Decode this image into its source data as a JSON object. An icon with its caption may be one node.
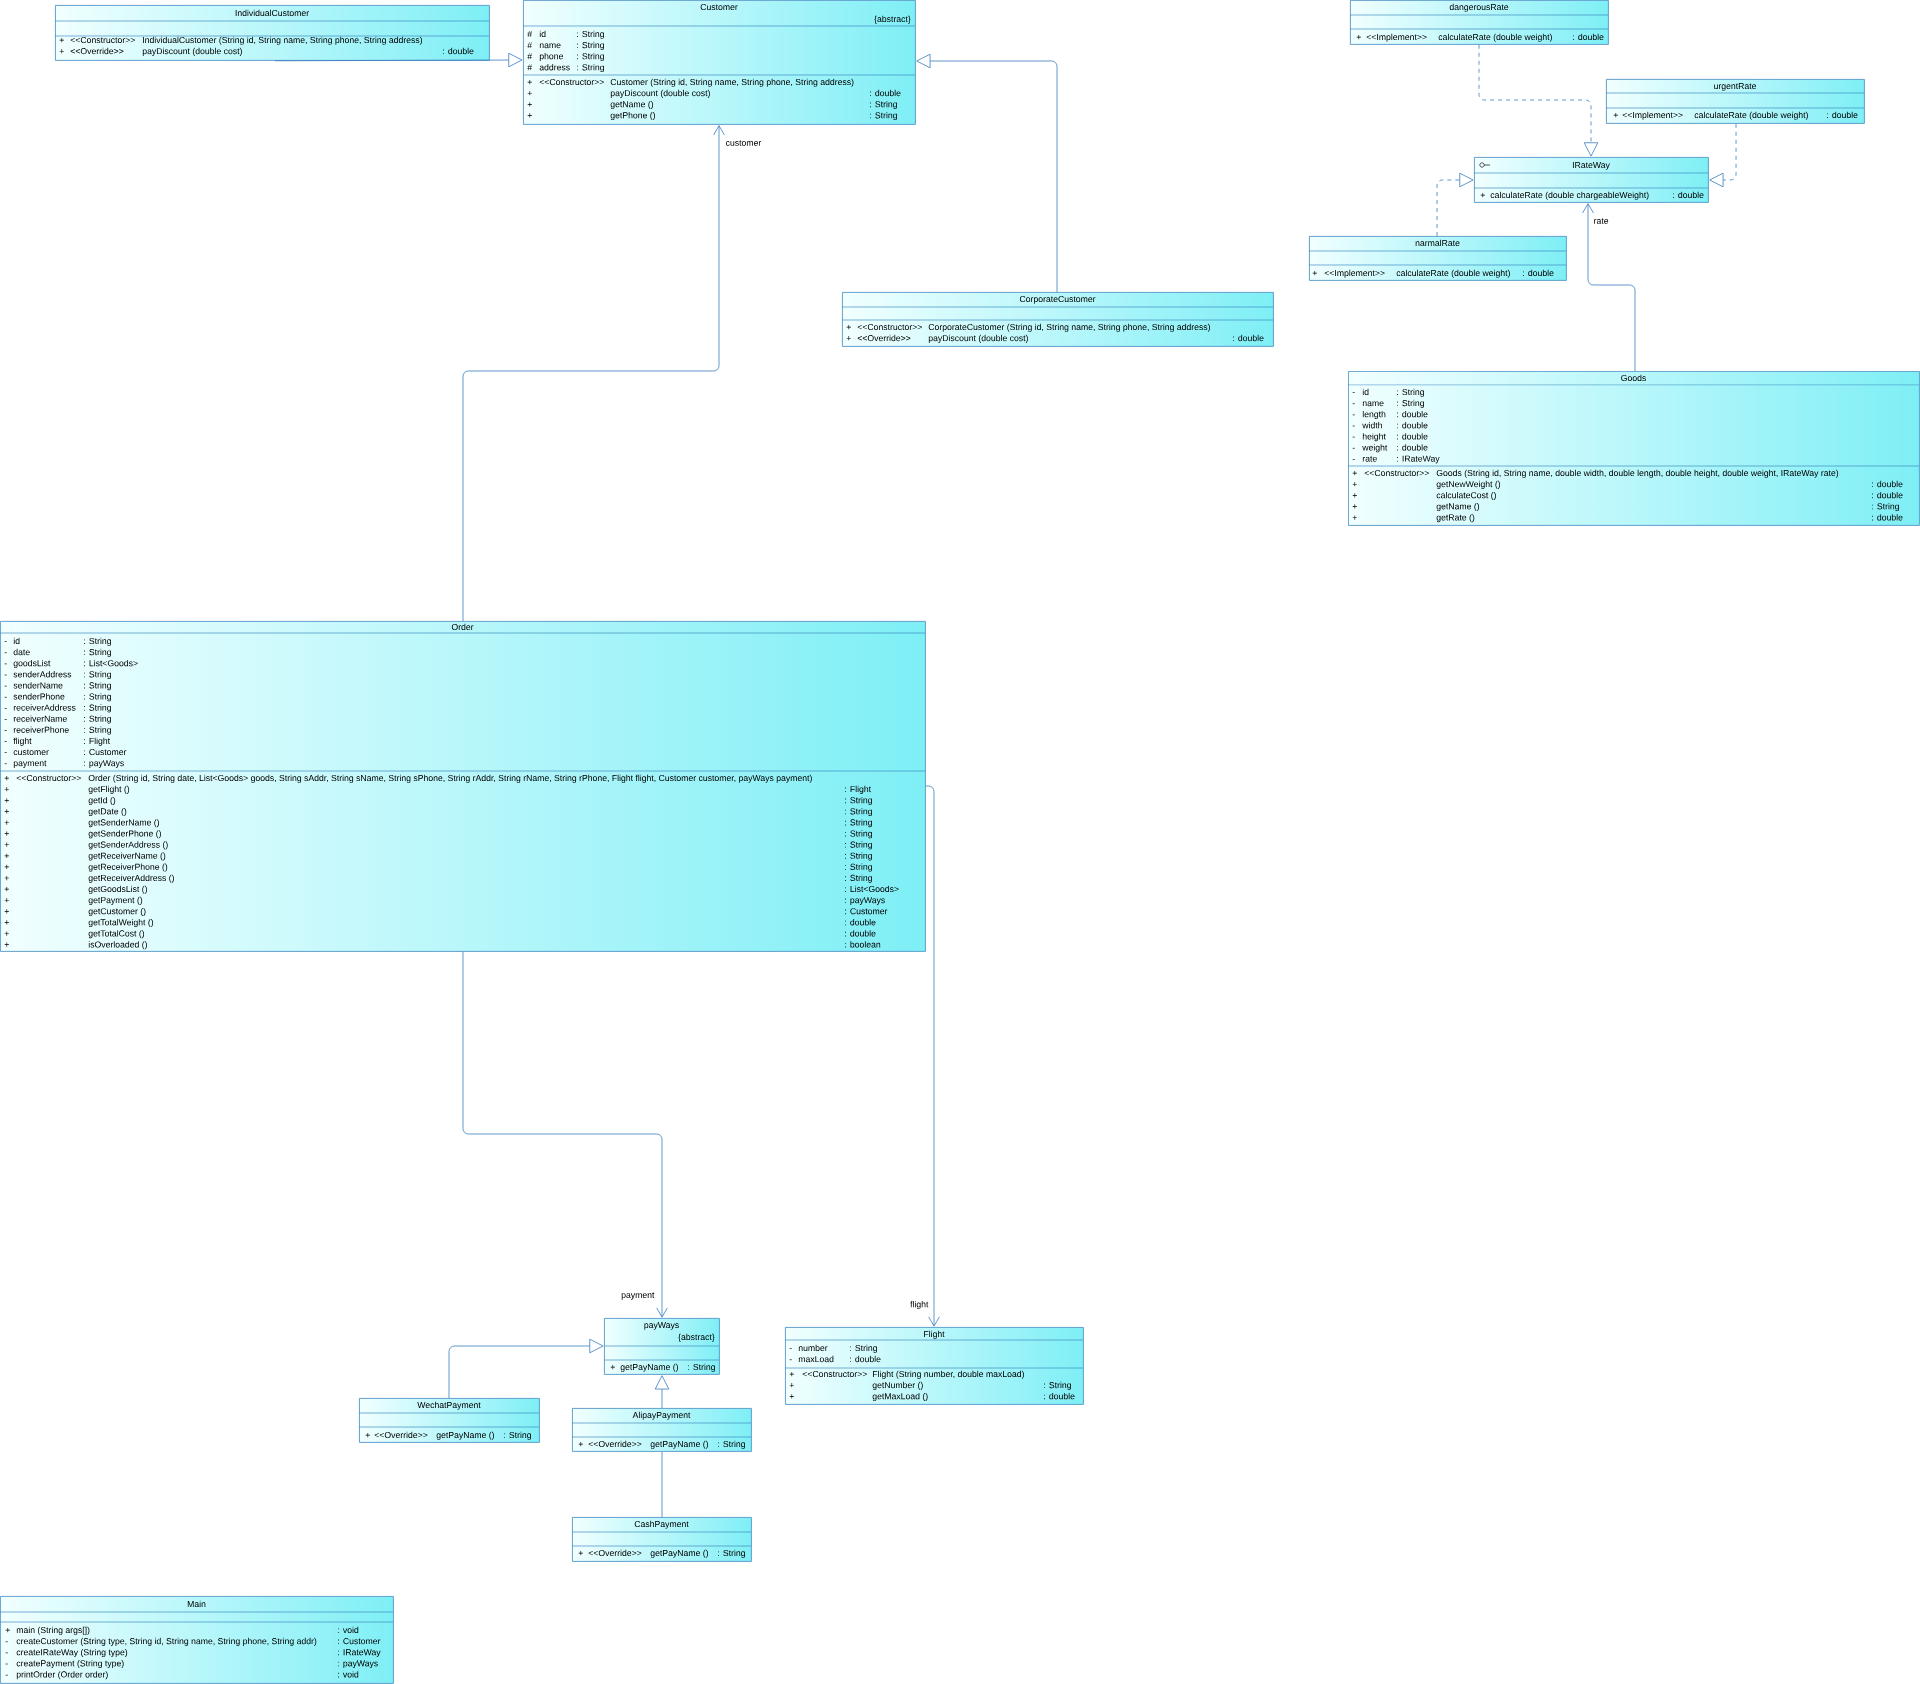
{
  "diagram": {
    "nodes": [
      {
        "text": [
          "IndividualCustomer",
          "+",
          "<<Constructor>>",
          "IndividualCustomer (String id, String name, String phone, String address)",
          "+",
          "<<Override>>",
          "payDiscount (double cost)",
          ": double"
        ]
      },
      {
        "text": [
          "Customer",
          "{abstract}",
          "#",
          "id",
          ": String",
          "#",
          "name",
          ": String",
          "#",
          "phone",
          ": String",
          "#",
          "address",
          ": String",
          "+",
          "<<Constructor>>",
          "Customer (String id, String name, String phone, String address)",
          "+",
          "payDiscount (double cost)",
          ": double",
          "+",
          "getName ()",
          ": String",
          "+",
          "getPhone ()",
          ": String"
        ]
      },
      {
        "text": [
          "dangerousRate",
          "+",
          "<<Implement>>",
          "calculateRate (double weight)",
          ": double"
        ]
      },
      {
        "text": [
          "urgentRate",
          "+",
          "<<Implement>>",
          "calculateRate (double weight)",
          ": double"
        ]
      },
      {
        "text": [
          "IRateWay",
          "+",
          "calculateRate (double chargeableWeight)",
          ": double"
        ]
      },
      {
        "text": [
          "narmalRate",
          "+",
          "<<Implement>>",
          "calculateRate (double weight)",
          ": double"
        ]
      },
      {
        "text": [
          "CorporateCustomer",
          "+",
          "<<Constructor>>",
          "CorporateCustomer (String id, String name, String phone, String address)",
          "+",
          "<<Override>>",
          "payDiscount (double cost)",
          ": double"
        ]
      },
      {
        "text": [
          "Goods",
          "-",
          "id",
          ": String",
          "-",
          "name",
          ": String",
          "-",
          "length",
          ": double",
          "-",
          "width",
          ": double",
          "-",
          "height",
          ": double",
          "-",
          "weight",
          ": double",
          "-",
          "rate",
          ": IRateWay",
          "+",
          "<<Constructor>>",
          "Goods (String id, String name, double width, double length, double height, double weight, IRateWay rate)",
          "+",
          "getNewWeight ()",
          ": double",
          "+",
          "calculateCost ()",
          ": double",
          "+",
          "getName ()",
          ": String",
          "+",
          "getRate ()",
          ": double"
        ]
      },
      {
        "text": [
          "Order",
          "-",
          "id",
          ": String",
          "-",
          "date",
          ": String",
          "-",
          "goodsList",
          ": List<Goods>",
          "-",
          "senderAddress",
          ": String",
          "-",
          "senderName",
          ": String",
          "-",
          "senderPhone",
          ": String",
          "-",
          "receiverAddress",
          ": String",
          "-",
          "receiverName",
          ": String",
          "-",
          "receiverPhone",
          ": String",
          "-",
          "flight",
          ": Flight",
          "-",
          "customer",
          ": Customer",
          "-",
          "payment",
          ": payWays",
          "+",
          "<<Constructor>>",
          "Order (String id, String date, List<Goods> goods, String sAddr, String sName, String sPhone, String rAddr, String rName, String rPhone, Flight flight, Customer customer, payWays payment)",
          "+",
          "getFlight ()",
          ": Flight",
          "+",
          "getId ()",
          ": String",
          "+",
          "getDate ()",
          ": String",
          "+",
          "getSenderName ()",
          ": String",
          "+",
          "getSenderPhone ()",
          ": String",
          "+",
          "getSenderAddress ()",
          ": String",
          "+",
          "getReceiverName ()",
          ": String",
          "+",
          "getReceiverPhone ()",
          ": String",
          "+",
          "getReceiverAddress ()",
          ": String",
          "+",
          "getGoodsList ()",
          ": List<Goods>",
          "+",
          "getPayment ()",
          ": payWays",
          "+",
          "getCustomer ()",
          ": Customer",
          "+",
          "getTotalWeight ()",
          ": double",
          "+",
          "getTotalCost ()",
          ": double",
          "+",
          "isOverloaded ()",
          ": boolean"
        ]
      },
      {
        "text": [
          "payWays",
          "{abstract}",
          "+",
          "getPayName ()",
          ": String"
        ]
      },
      {
        "text": [
          "Flight",
          "-",
          "number",
          ": String",
          "-",
          "maxLoad",
          ": double",
          "+",
          "<<Constructor>>",
          "Flight (String number, double maxLoad)",
          "+",
          "getNumber ()",
          ": String",
          "+",
          "getMaxLoad ()",
          ": double"
        ]
      },
      {
        "text": [
          "WechatPayment",
          "+",
          "<<Override>>",
          "getPayName ()",
          ": String"
        ]
      },
      {
        "text": [
          "AlipayPayment",
          "+",
          "<<Override>>",
          "getPayName ()",
          ": String"
        ]
      },
      {
        "text": [
          "CashPayment",
          "+",
          "<<Override>>",
          "getPayName ()",
          ": String"
        ]
      },
      {
        "text": [
          "Main",
          "+",
          "main (String args[])",
          ": void",
          "-",
          "createCustomer (String type, String id, String name, String phone, String addr)",
          ": Customer",
          "-",
          "createIRateWay (String type)",
          ": IRateWay",
          "-",
          "createPayment (String type)",
          ": payWays",
          "-",
          "printOrder (Order order)",
          ": void"
        ]
      }
    ],
    "edges": [
      {
        "from": 0,
        "to": 1,
        "arrow": "to"
      },
      {
        "from": 6,
        "to": 1,
        "arrow": "to"
      },
      {
        "from": 8,
        "to": 1,
        "arrow": "to",
        "label": "customer"
      },
      {
        "from": 8,
        "to": 9,
        "arrow": "to",
        "label": "payment"
      },
      {
        "from": 8,
        "to": 10,
        "arrow": "to",
        "label": "flight"
      },
      {
        "from": 11,
        "to": 9,
        "arrow": "to"
      },
      {
        "from": 12,
        "to": 9,
        "arrow": "to"
      },
      {
        "from": 13,
        "to": 12,
        "arrow": "none"
      },
      {
        "from": 2,
        "to": 4,
        "arrow": "to",
        "style": "dashed"
      },
      {
        "from": 3,
        "to": 4,
        "arrow": "to",
        "style": "dashed"
      },
      {
        "from": 5,
        "to": 4,
        "arrow": "to",
        "style": "dashed"
      },
      {
        "from": 7,
        "to": 4,
        "arrow": "to",
        "label": "rate"
      }
    ]
  }
}
